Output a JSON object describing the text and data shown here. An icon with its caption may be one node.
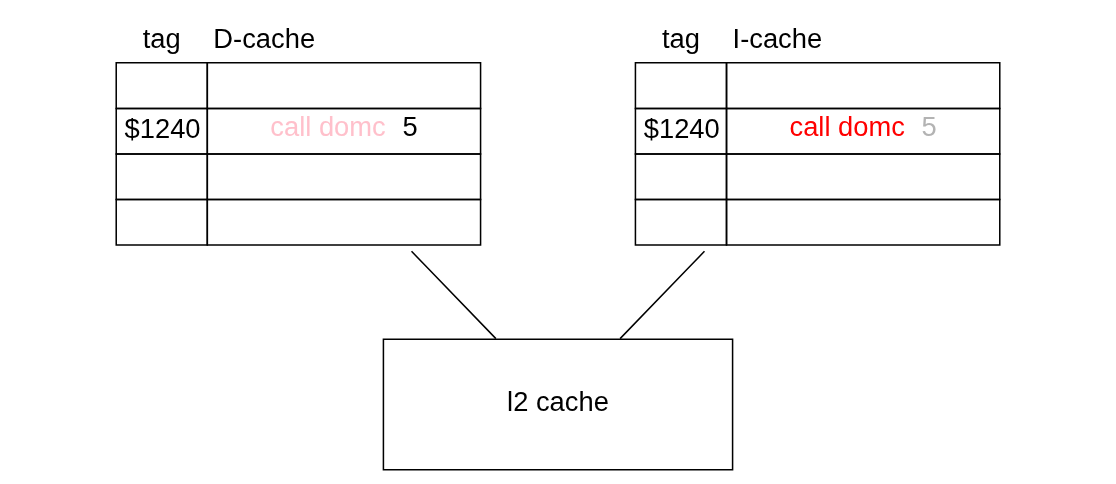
{
  "diagram": {
    "nodes": [
      {
        "text": [
          "tag",
          "D-cache",
          "$1240",
          "call domc",
          "5"
        ]
      },
      {
        "text": [
          "tag",
          "I-cache",
          "$1240",
          "call domc",
          "5"
        ]
      },
      {
        "text": [
          "l2 cache"
        ]
      }
    ],
    "edges": [
      {
        "from": 0,
        "to": 2,
        "arrow": "none"
      },
      {
        "from": 1,
        "to": 2,
        "arrow": "none"
      }
    ]
  }
}
